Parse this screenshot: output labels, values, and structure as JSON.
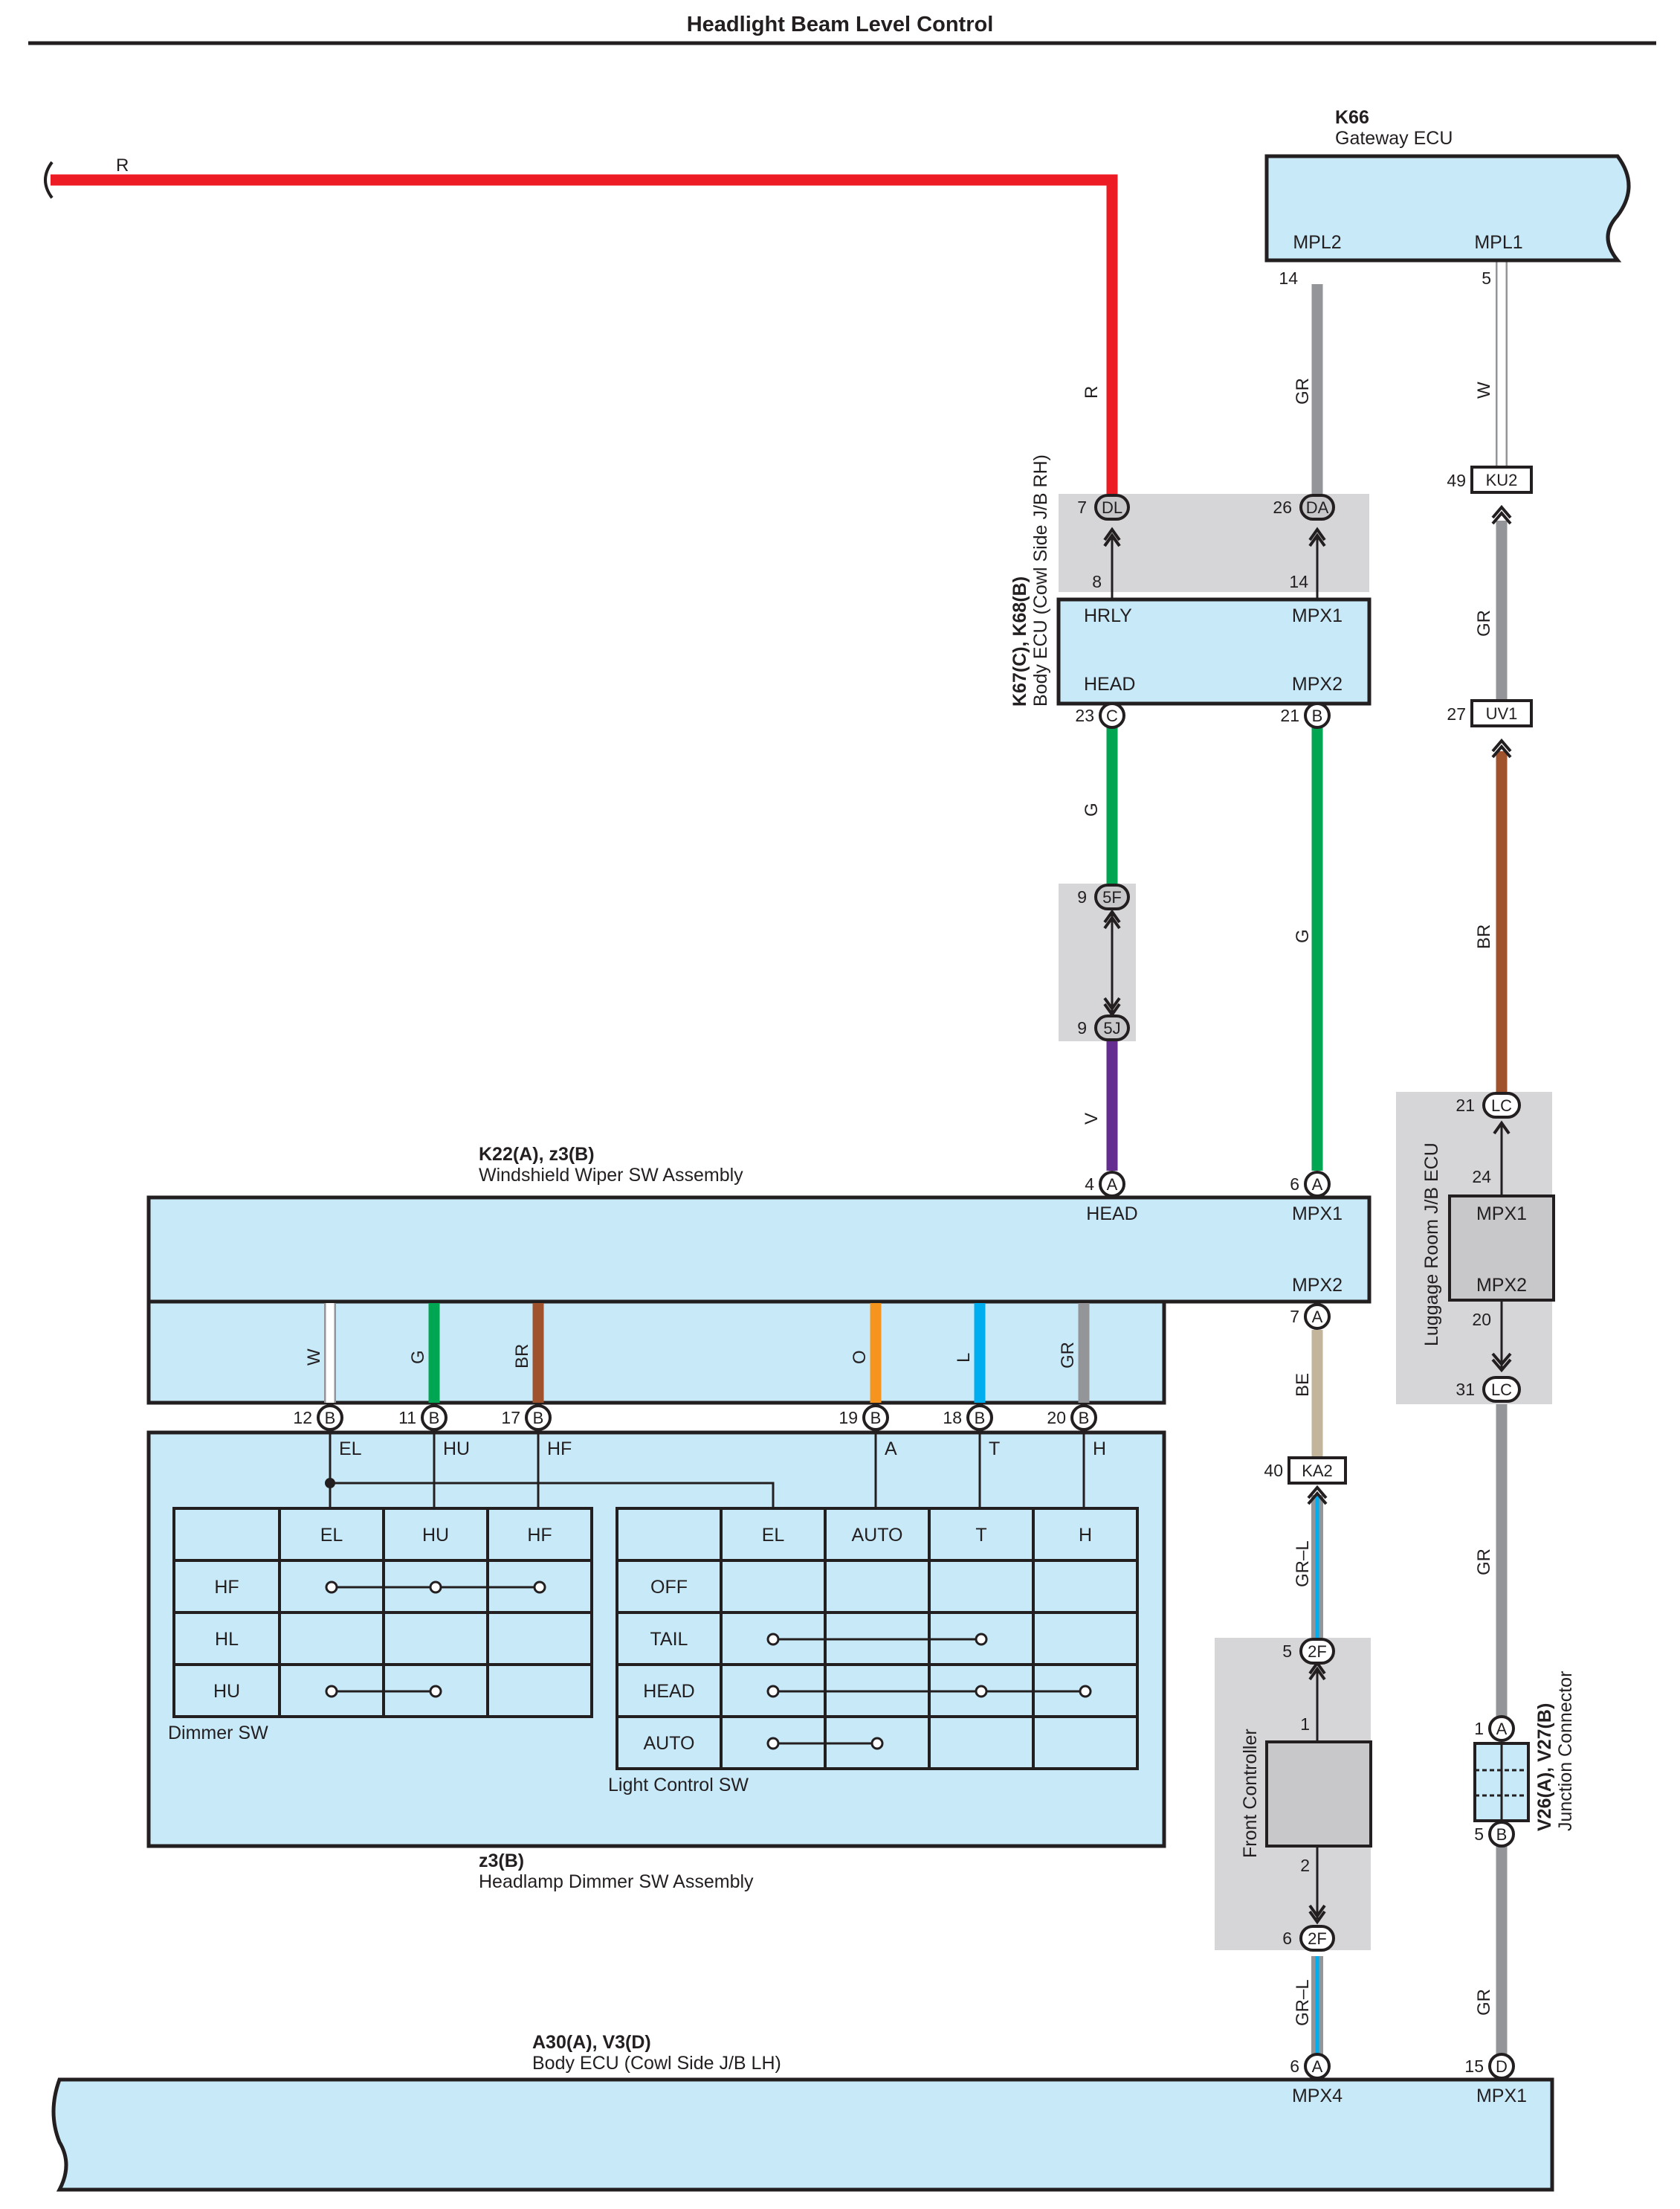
{
  "title": "Headlight Beam Level Control",
  "components": {
    "gateway": {
      "code": "K66",
      "name": "Gateway ECU",
      "pin_left": "MPL2",
      "pin_right": "MPL1"
    },
    "body_ecu_rh": {
      "code": "K67(C), K68(B)",
      "name": "Body ECU (Cowl Side J/B RH)",
      "t_hrly": "HRLY",
      "t_mpx1": "MPX1",
      "t_head": "HEAD",
      "t_mpx2": "MPX2"
    },
    "wiper": {
      "code": "K22(A), z3(B)",
      "name": "Windshield Wiper SW Assembly",
      "t_head": "HEAD",
      "t_mpx1": "MPX1",
      "t_mpx2": "MPX2"
    },
    "dimmer_assy": {
      "code": "z3(B)",
      "name": "Headlamp Dimmer SW Assembly"
    },
    "body_ecu_lh": {
      "code": "A30(A), V3(D)",
      "name": "Body ECU (Cowl Side J/B LH)",
      "t_mpx4": "MPX4",
      "t_mpx1": "MPX1"
    },
    "luggage": {
      "name": "Luggage Room J/B ECU",
      "t_mpx1": "MPX1",
      "t_mpx2": "MPX2"
    },
    "front": {
      "name": "Front Controller"
    },
    "junction": {
      "code": "V26(A), V27(B)",
      "name": "Junction Connector"
    }
  },
  "wires": {
    "r_top": "R",
    "r_vert": "R",
    "gr_gw": "GR",
    "w_gw": "W",
    "gr_ku2": "GR",
    "br_uv1": "BR",
    "g_head": "G",
    "v_head": "V",
    "g_mpx": "G",
    "be": "BE",
    "grl_1": "GR–L",
    "grl_2": "GR–L",
    "gr_jc": "GR",
    "gr_lh": "GR",
    "sw_w": "W",
    "sw_g": "G",
    "sw_br": "BR",
    "sw_o": "O",
    "sw_l": "L",
    "sw_gr": "GR"
  },
  "pins": {
    "p14": "14",
    "p5": "5",
    "p7": "7",
    "p26": "26",
    "p8": "8",
    "p14b": "14",
    "p49": "49",
    "p23": "23",
    "p21": "21",
    "p27": "27",
    "p9a": "9",
    "p9b": "9",
    "p21lc": "21",
    "p24": "24",
    "p4": "4",
    "p6": "6",
    "p20": "20",
    "p31": "31",
    "p7a": "7",
    "p40": "40",
    "p12": "12",
    "p11": "11",
    "p17": "17",
    "p19": "19",
    "p18": "18",
    "p20b": "20",
    "p5f": "5",
    "p1": "1",
    "p1j": "1",
    "p2": "2",
    "p5j": "5",
    "p6f": "6",
    "p6a": "6",
    "p15": "15"
  },
  "connectors": {
    "dl": "DL",
    "da": "DA",
    "ku2": "KU2",
    "c23": "C",
    "b21": "B",
    "uv1": "UV1",
    "f5": "5F",
    "j5": "5J",
    "lc1": "LC",
    "lc2": "LC",
    "a4": "A",
    "a6": "A",
    "a7": "A",
    "ka2": "KA2",
    "b12": "B",
    "b11": "B",
    "b17": "B",
    "b19": "B",
    "b18": "B",
    "b20": "B",
    "f2a": "2F",
    "f2b": "2F",
    "jca": "A",
    "jcb": "B",
    "a6b": "A",
    "d15": "D"
  },
  "terminals": {
    "el": "EL",
    "hu": "HU",
    "hf": "HF",
    "a": "A",
    "t": "T",
    "h": "H"
  },
  "dimmer_table": {
    "caption": "Dimmer SW",
    "cols": [
      "EL",
      "HU",
      "HF"
    ],
    "rows": [
      "HF",
      "HL",
      "HU"
    ]
  },
  "light_table": {
    "caption": "Light Control SW",
    "cols": [
      "EL",
      "AUTO",
      "T",
      "H"
    ],
    "rows": [
      "OFF",
      "TAIL",
      "HEAD",
      "AUTO"
    ]
  },
  "colors": {
    "red": "#ed1c24",
    "green": "#00a651",
    "gray": "#939598",
    "brown": "#a0522d",
    "violet": "#662d91",
    "orange": "#f7941d",
    "blue": "#00aeef",
    "beige": "#c2b59b",
    "box": "#c8e9f8"
  }
}
